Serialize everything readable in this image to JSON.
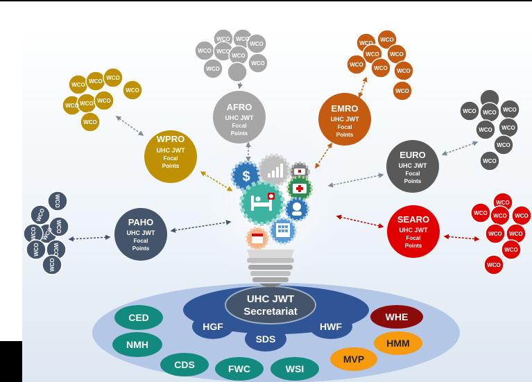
{
  "colors": {
    "afro": "#a6a6a6",
    "emro": "#c55a11",
    "wpro": "#bf9000",
    "euro": "#595959",
    "searo": "#e00000",
    "paho": "#44546a",
    "secretariat_outer": "#b4c7e7",
    "secretariat_inner": "#2f5597",
    "navy_pill": "#2f5597",
    "teal_pill": "#138a7e",
    "whe_pill": "#8b0a0a",
    "orange_pill": "#f79a0e"
  },
  "regions": {
    "afro": {
      "name": "AFRO",
      "l1": "UHC JWT",
      "l2": "Focal",
      "l3": "Points"
    },
    "emro": {
      "name": "EMRO",
      "l1": "UHC JWT",
      "l2": "Focal",
      "l3": "Points"
    },
    "wpro": {
      "name": "WPRO",
      "l1": "UHC JWT",
      "l2": "Focal",
      "l3": "Points"
    },
    "euro": {
      "name": "EURO",
      "l1": "UHC JWT",
      "l2": "Focal",
      "l3": "Points"
    },
    "searo": {
      "name": "SEARO",
      "l1": "UHC JWT",
      "l2": "Focal",
      "l3": "Points"
    },
    "paho": {
      "name": "PAHO",
      "l1": "UHC JWT",
      "l2": "Focal",
      "l3": "Points"
    }
  },
  "wco_label": "WCO",
  "secretariat": {
    "line1": "UHC JWT",
    "line2": "Secretariat"
  },
  "units": {
    "hgf": "HGF",
    "sds": "SDS",
    "hwf": "HWF",
    "ced": "CED",
    "nmh": "NMH",
    "cds": "CDS",
    "fwc": "FWC",
    "wsi": "WSI",
    "whe": "WHE",
    "hmm": "HMM",
    "mvp": "MVP"
  },
  "icons": {
    "dollar": "$"
  }
}
